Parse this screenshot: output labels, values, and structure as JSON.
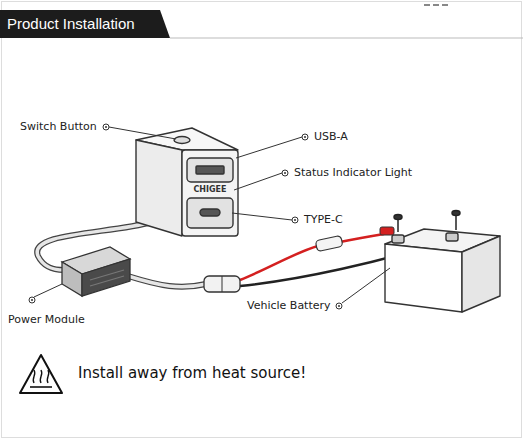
{
  "diagram": {
    "title": "Product Installation",
    "labels": [
      "Switch Button",
      "USB-A",
      "Status Indicator Light",
      "TYPE-C",
      "Power Module",
      "Vehicle Battery",
      "Install away from heat source!",
      "CHIGEE"
    ]
  }
}
